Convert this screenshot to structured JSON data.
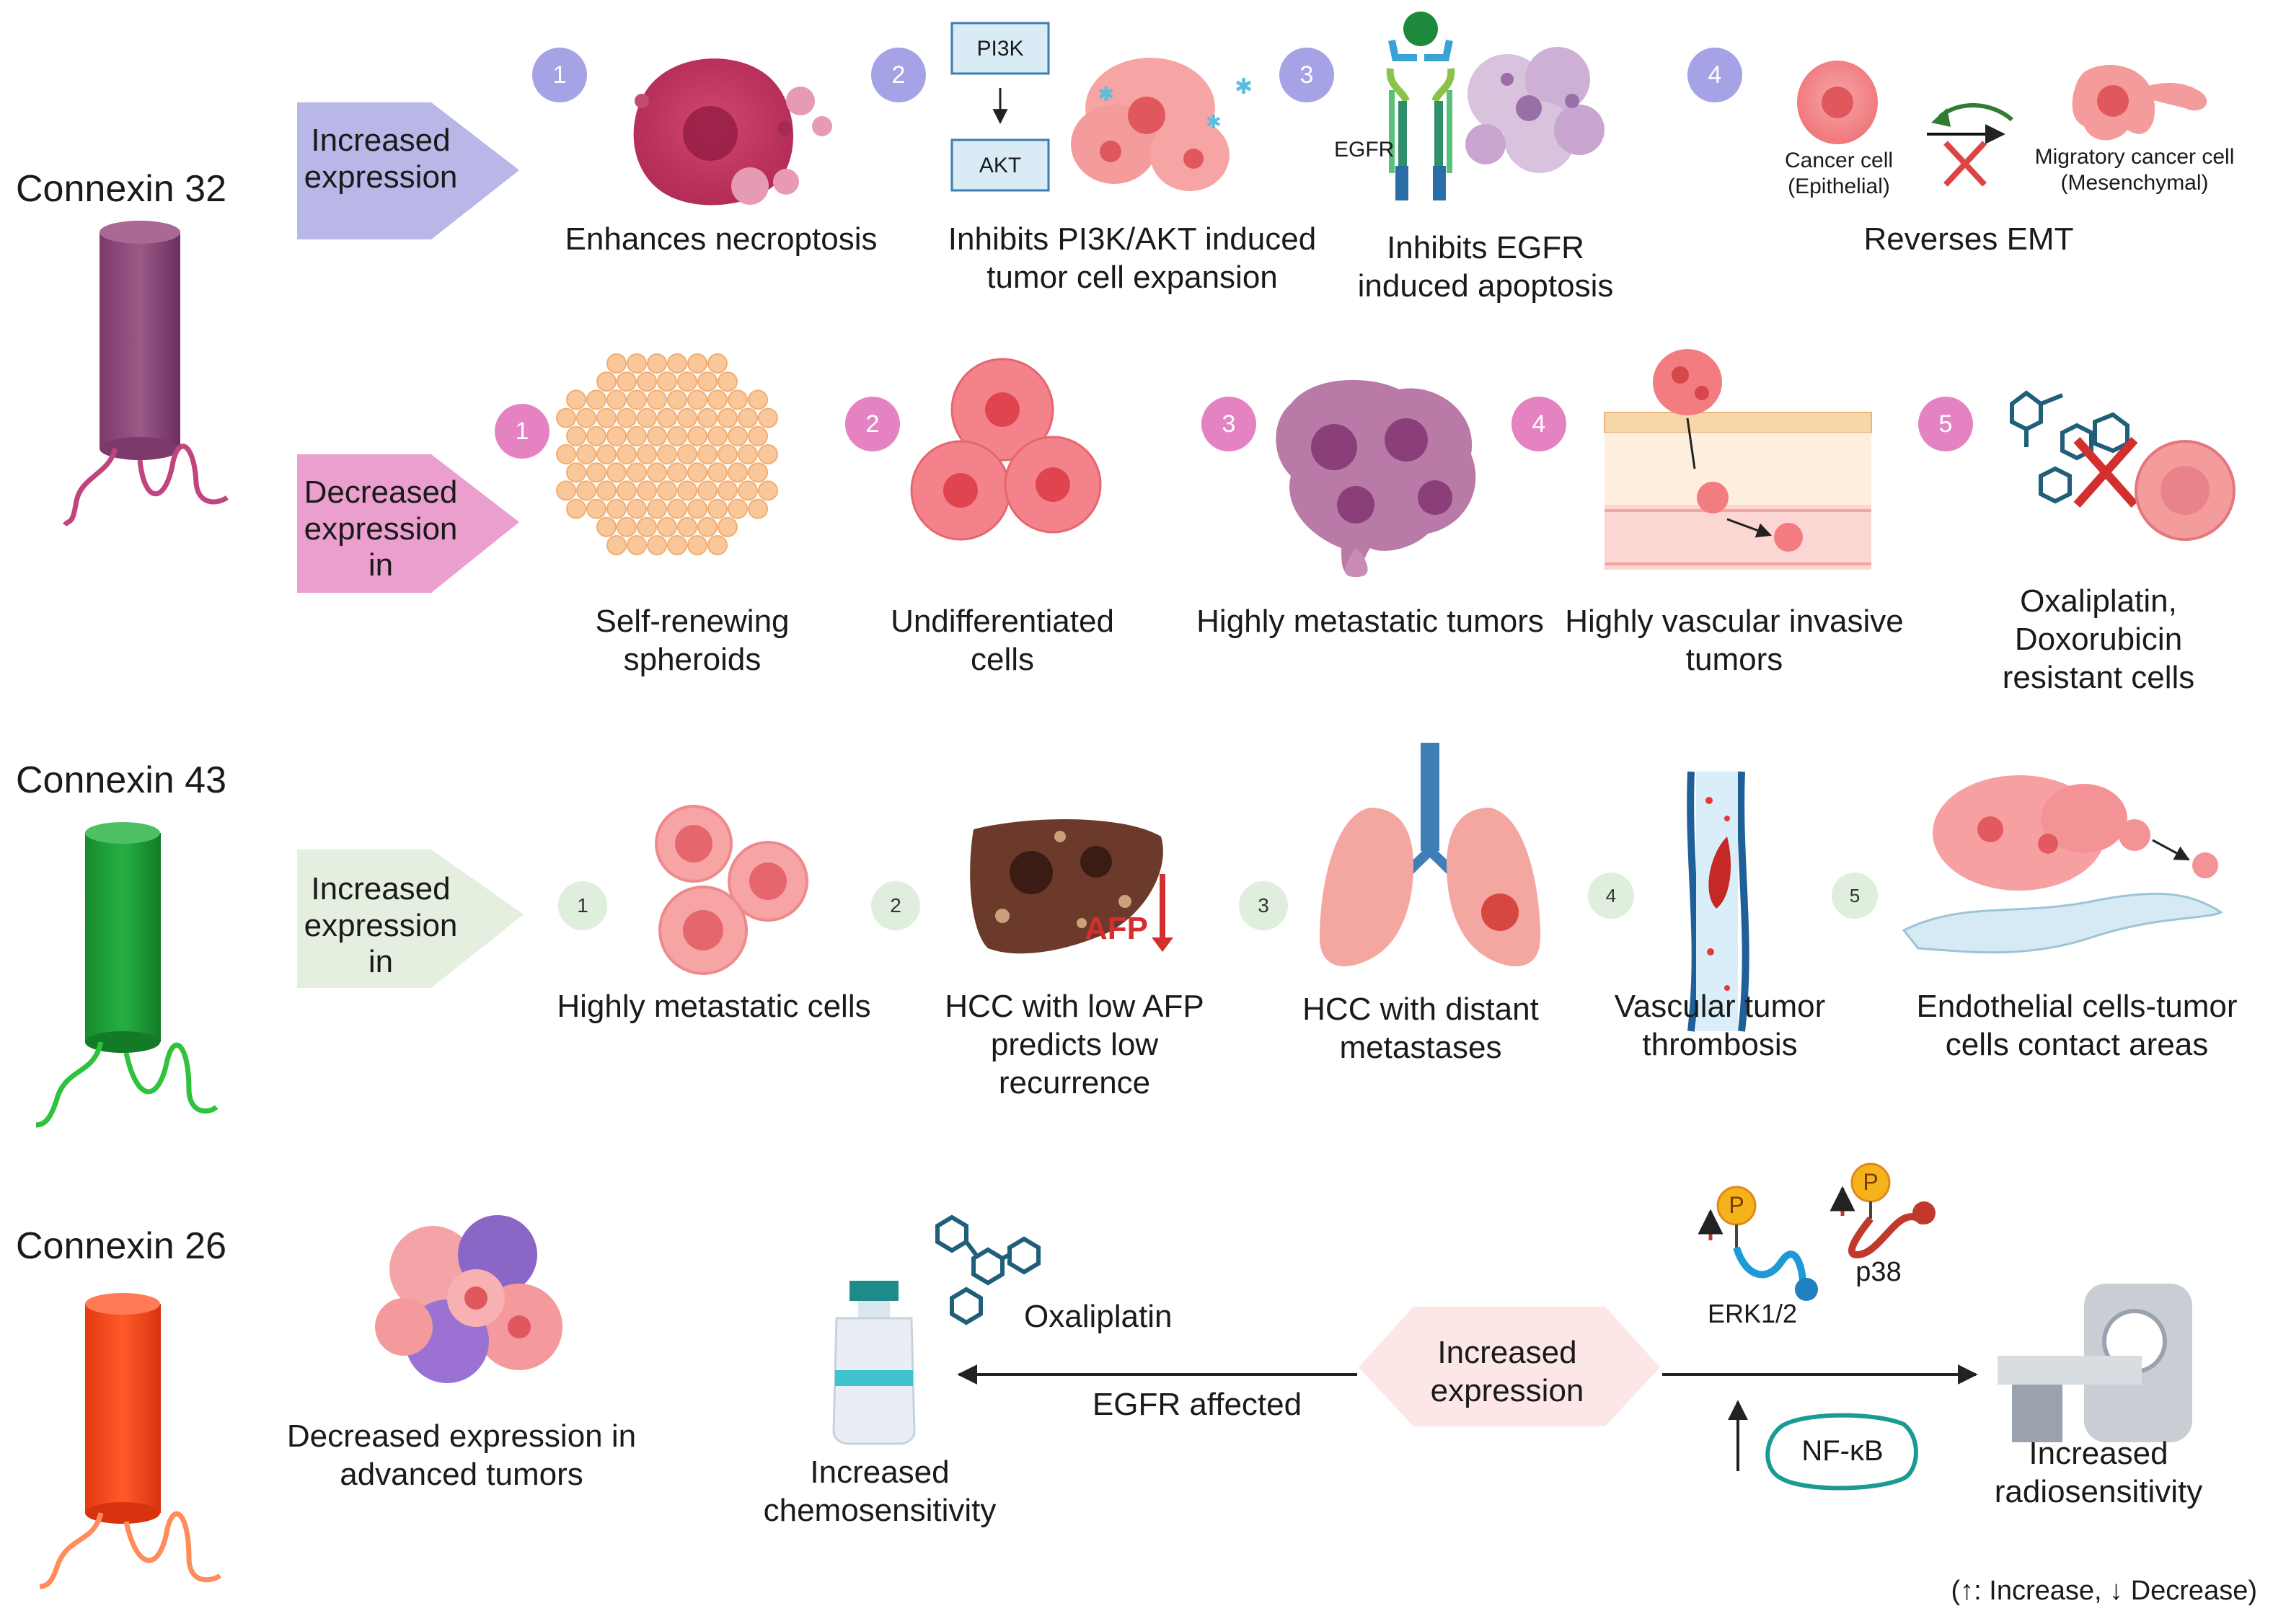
{
  "colors": {
    "cx32": "#8e4a7b",
    "cx43": "#1fa33a",
    "cx26": "#f0441c",
    "arrow_increase_32": "#b9b6e8",
    "arrow_decrease_32": "#eb9fcf",
    "arrow_increase_43": "#e4efe0",
    "badge_purple": "#a5a2e5",
    "badge_pink": "#e583c2",
    "badge_green": "#dfeedd"
  },
  "connexin32": {
    "title": "Connexin 32",
    "increased": {
      "arrow_label": "Increased expression",
      "items": [
        {
          "num": "1",
          "caption": "Enhances necroptosis",
          "icon": "necroptotic-cell"
        },
        {
          "num": "2",
          "caption": "Inhibits PI3K/AKT induced tumor cell expansion",
          "box1": "PI3K",
          "box2": "AKT",
          "icon": "expanding-tumor-cells"
        },
        {
          "num": "3",
          "caption": "Inhibits EGFR induced apoptosis",
          "receptor_label": "EGFR",
          "icon": "apoptotic-cell"
        },
        {
          "num": "4",
          "caption": "Reverses EMT",
          "left_cell": "Cancer cell (Epithelial)",
          "right_cell": "Migratory cancer cell (Mesenchymal)",
          "icon": "emt-reversal"
        }
      ]
    },
    "decreased": {
      "arrow_label": "Decreased expression in",
      "items": [
        {
          "num": "1",
          "caption": "Self-renewing spheroids",
          "icon": "spheroid"
        },
        {
          "num": "2",
          "caption": "Undifferentiated cells",
          "icon": "undifferentiated-cells"
        },
        {
          "num": "3",
          "caption": "Highly metastatic tumors",
          "icon": "metastatic-tumor"
        },
        {
          "num": "4",
          "caption": "Highly vascular invasive tumors",
          "icon": "vascular-invasion"
        },
        {
          "num": "5",
          "caption": "Oxaliplatin, Doxorubicin resistant cells",
          "icon": "drug-resistant-cell"
        }
      ]
    }
  },
  "connexin43": {
    "title": "Connexin 43",
    "arrow_label": "Increased expression in",
    "items": [
      {
        "num": "1",
        "caption": "Highly metastatic cells",
        "icon": "metastatic-cells"
      },
      {
        "num": "2",
        "caption": "HCC with low AFP predicts low recurrence",
        "afp_label": "AFP",
        "icon": "liver"
      },
      {
        "num": "3",
        "caption": "HCC with distant metastases",
        "icon": "lungs"
      },
      {
        "num": "4",
        "caption": "Vascular tumor thrombosis",
        "icon": "blood-vessel-thrombus"
      },
      {
        "num": "5",
        "caption": "Endothelial cells-tumor cells contact areas",
        "icon": "endothelial-contact"
      }
    ]
  },
  "connexin26": {
    "title": "Connexin 26",
    "advanced": "Decreased expression in advanced tumors",
    "center_label": "Increased expression",
    "oxaliplatin": "Oxaliplatin",
    "egfr_label": "EGFR affected",
    "chemo": "Increased chemosensitivity",
    "radio": "Increased radiosensitivity",
    "erk_label": "ERK1/2",
    "p38_label": "p38",
    "phospho": "P",
    "nfkb": "NF-κB"
  },
  "legend": "(↑: Increase, ↓ Decrease)"
}
